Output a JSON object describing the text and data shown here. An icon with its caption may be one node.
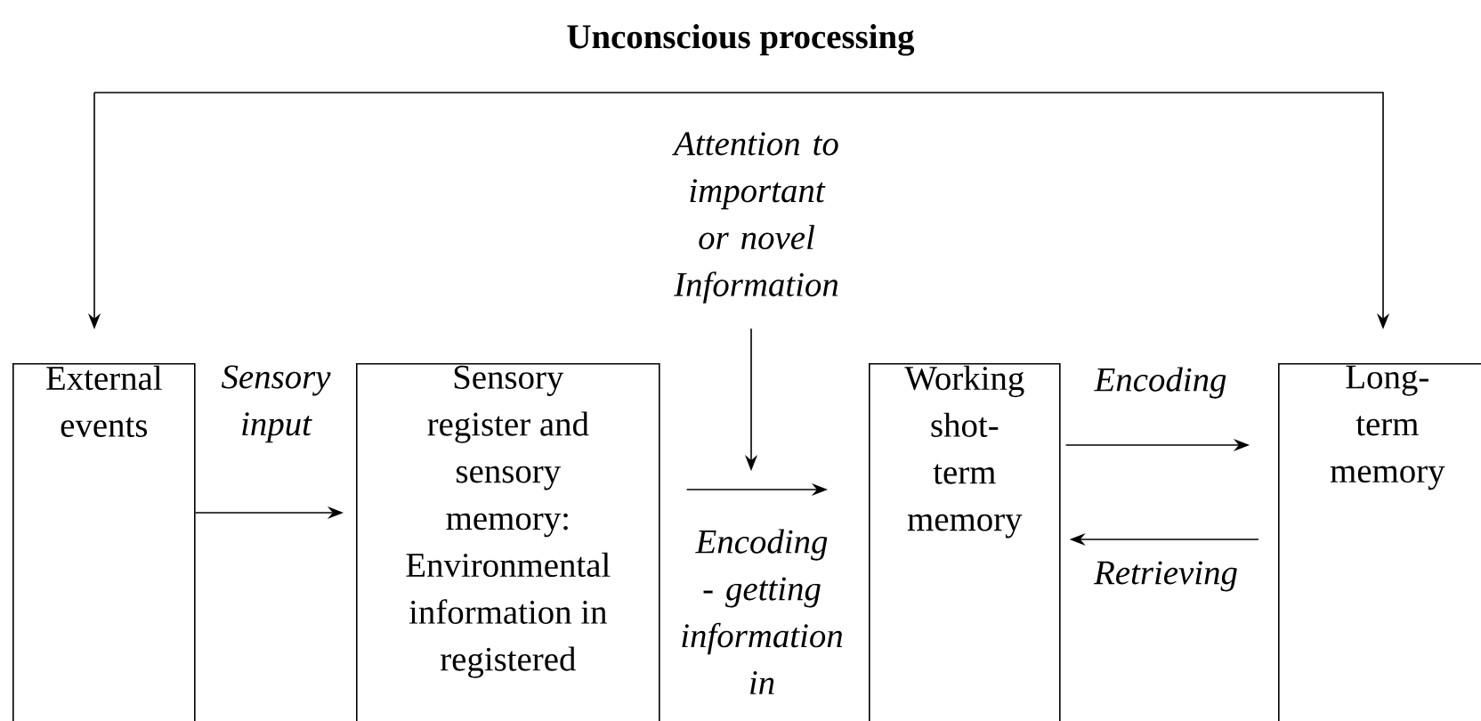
{
  "diagram": {
    "title": "Unconscious processing",
    "nodes": [
      {
        "text": [
          "External events"
        ]
      },
      {
        "text": [
          "Sensory register and sensory memory: Environmental information in registered"
        ]
      },
      {
        "text": [
          "Working shot-term memory"
        ]
      },
      {
        "text": [
          "Long-term memory"
        ]
      },
      {
        "text": [
          "Attention to important or novel Information"
        ]
      }
    ],
    "edges": [
      {
        "from": null,
        "to": 0,
        "arrow": "to"
      },
      {
        "from": null,
        "to": 3,
        "arrow": "to"
      },
      {
        "from": 0,
        "to": 1,
        "arrow": "to",
        "label": "Sensory input"
      },
      {
        "from": 4,
        "to": null,
        "arrow": "to"
      },
      {
        "from": 1,
        "to": 2,
        "arrow": "to",
        "label": "Encoding - getting information in"
      },
      {
        "from": 2,
        "to": 3,
        "arrow": "to",
        "label": "Encoding"
      },
      {
        "from": 3,
        "to": 2,
        "arrow": "to",
        "label": "Retrieving"
      }
    ]
  }
}
